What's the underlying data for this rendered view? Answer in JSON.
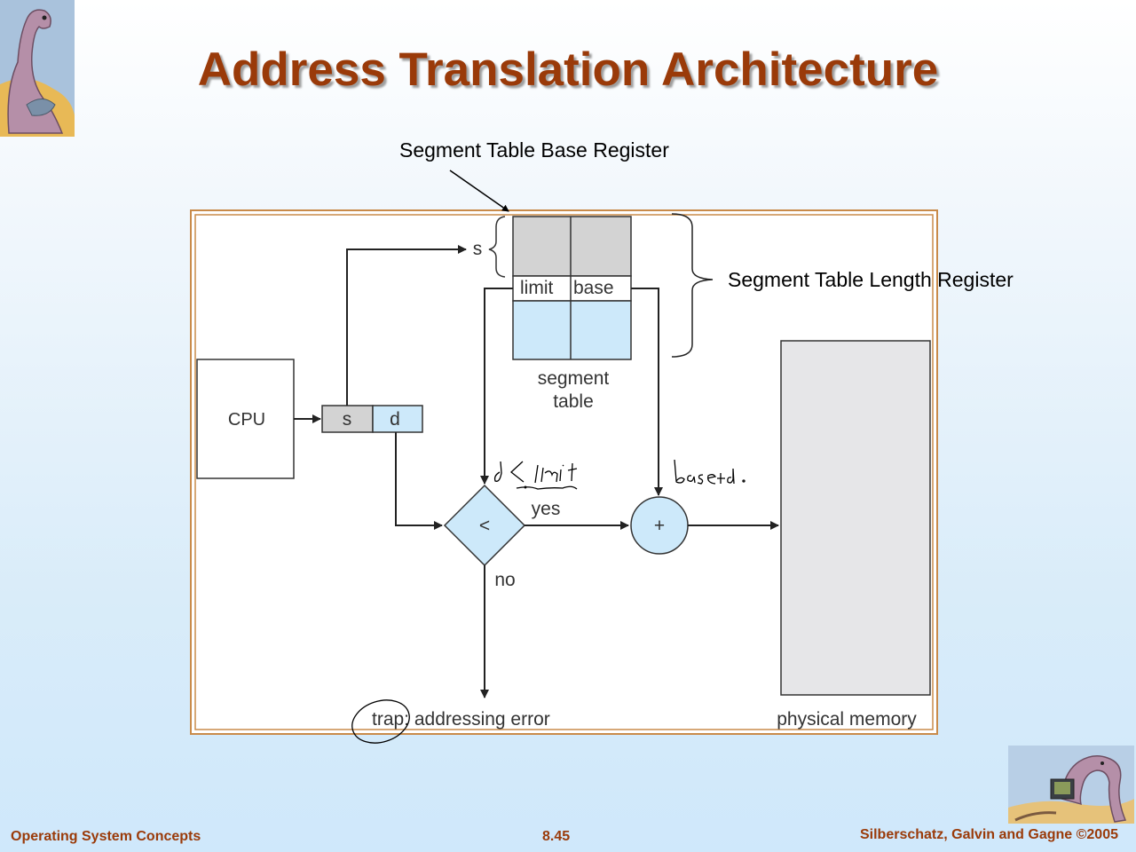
{
  "slide": {
    "title": "Address Translation Architecture",
    "callout_base_register": "Segment Table Base Register",
    "callout_length_register": "Segment Table Length Register"
  },
  "diagram": {
    "cpu_label": "CPU",
    "address_s": "s",
    "address_d": "d",
    "segment_index_label": "s",
    "limit_header": "limit",
    "base_header": "base",
    "segment_table_line1": "segment",
    "segment_table_line2": "table",
    "compare_symbol": "<",
    "adder_symbol": "+",
    "yes_label": "yes",
    "no_label": "no",
    "trap_label": "trap: addressing error",
    "memory_label": "physical memory"
  },
  "handwriting": {
    "compare_note": "d < limit",
    "adder_note": "base + d ."
  },
  "footer": {
    "left": "Operating System Concepts",
    "center": "8.45",
    "right": "Silberschatz, Galvin and Gagne ©2005"
  },
  "colors": {
    "title": "#9a3a09",
    "frame_border": "#c98b4a",
    "table_gray": "#d3d3d3",
    "table_blue": "#cde9fa",
    "memory_gray": "#e6e6e8"
  }
}
